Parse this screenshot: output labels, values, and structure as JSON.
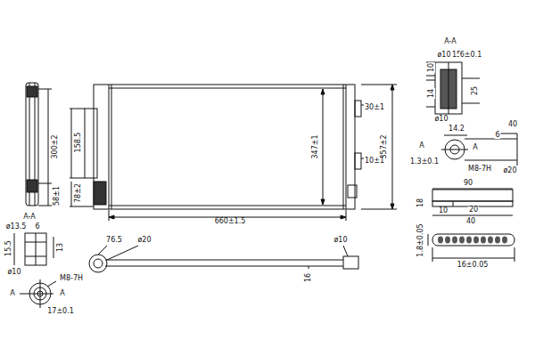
{
  "diagram": {
    "labels": [
      "A-A",
      "10",
      "ø10",
      "15",
      "6±0.1",
      "14",
      "25",
      "ø10",
      "40",
      "14.2",
      "6",
      "A",
      "A",
      "1.3±0.1",
      "M8-7H",
      "ø20",
      "90",
      "18",
      "10",
      "20",
      "40",
      "1.8±0.05",
      "16±0.05",
      "300±2",
      "58±1",
      "158.5",
      "78±2",
      "347±1",
      "357±2",
      "30±1",
      "10±1",
      "660±1.5",
      "A-A",
      "ø13.5",
      "6",
      "15.5",
      "13",
      "ø10",
      "M8-7H",
      "A",
      "A",
      "17±0.1",
      "76.5",
      "ø20",
      "ø10",
      "16"
    ]
  }
}
